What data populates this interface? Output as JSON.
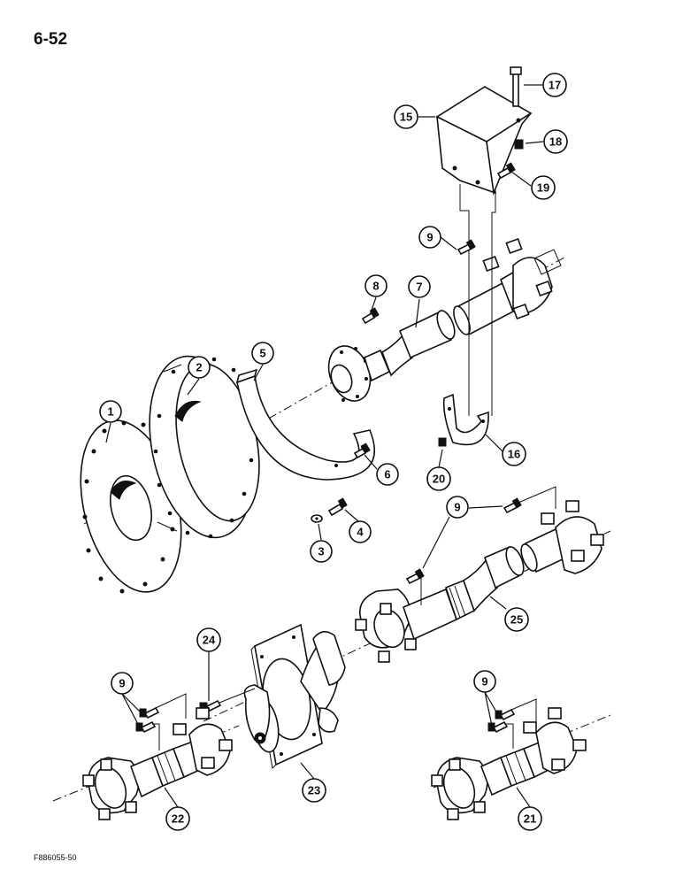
{
  "page": {
    "number": "6-52",
    "figure_code": "F886055-50"
  },
  "callouts": [
    {
      "id": "c1",
      "label": "1"
    },
    {
      "id": "c2",
      "label": "2"
    },
    {
      "id": "c3",
      "label": "3"
    },
    {
      "id": "c4",
      "label": "4"
    },
    {
      "id": "c5",
      "label": "5"
    },
    {
      "id": "c6",
      "label": "6"
    },
    {
      "id": "c7",
      "label": "7"
    },
    {
      "id": "c8",
      "label": "8"
    },
    {
      "id": "c9a",
      "label": "9"
    },
    {
      "id": "c9b",
      "label": "9"
    },
    {
      "id": "c9c",
      "label": "9"
    },
    {
      "id": "c9d",
      "label": "9"
    },
    {
      "id": "c15",
      "label": "15"
    },
    {
      "id": "c16",
      "label": "16"
    },
    {
      "id": "c17",
      "label": "17"
    },
    {
      "id": "c18",
      "label": "18"
    },
    {
      "id": "c19",
      "label": "19"
    },
    {
      "id": "c20",
      "label": "20"
    },
    {
      "id": "c21",
      "label": "21"
    },
    {
      "id": "c22",
      "label": "22"
    },
    {
      "id": "c23",
      "label": "23"
    },
    {
      "id": "c24",
      "label": "24"
    },
    {
      "id": "c25",
      "label": "25"
    }
  ]
}
